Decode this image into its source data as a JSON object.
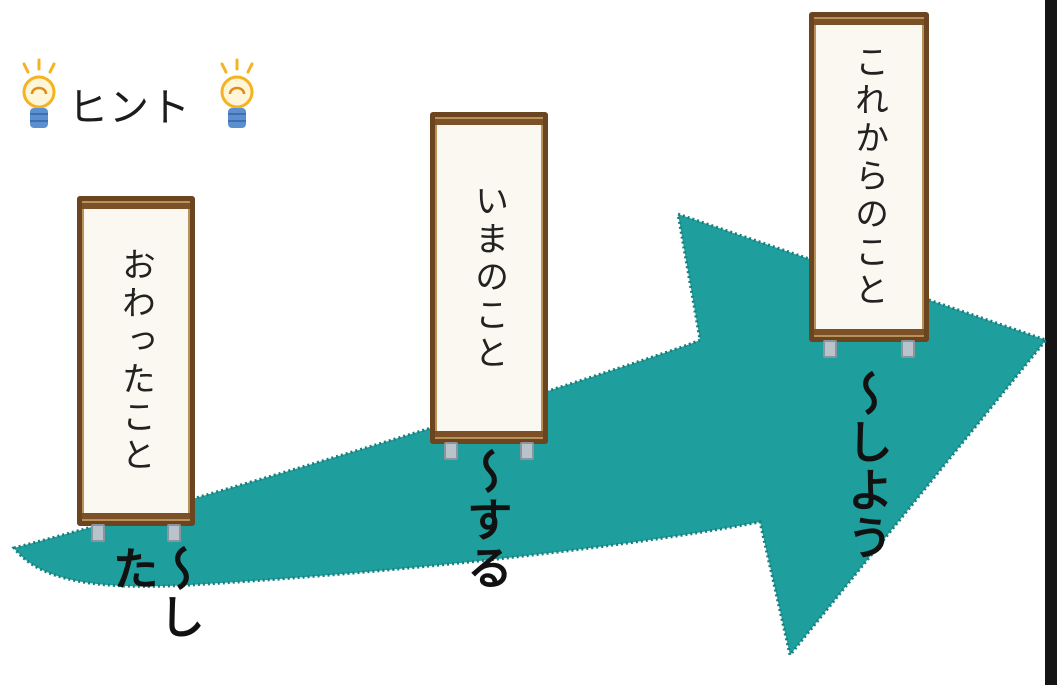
{
  "hint": {
    "label": "ヒント",
    "icon": "lightbulb-icon"
  },
  "signs": [
    {
      "label": "おわったこと",
      "ending": "〜した"
    },
    {
      "label": "いまのこと",
      "ending": "〜する"
    },
    {
      "label": "これからのこと",
      "ending": "〜しよう"
    }
  ],
  "colors": {
    "arrow": "#1e9e9c",
    "arrow_edge": "#17807e",
    "sign_frame": "#6b4420",
    "sign_board": "#faf8f0",
    "bulb_glow": "#f5b321",
    "bulb_base": "#5b8fd0"
  }
}
